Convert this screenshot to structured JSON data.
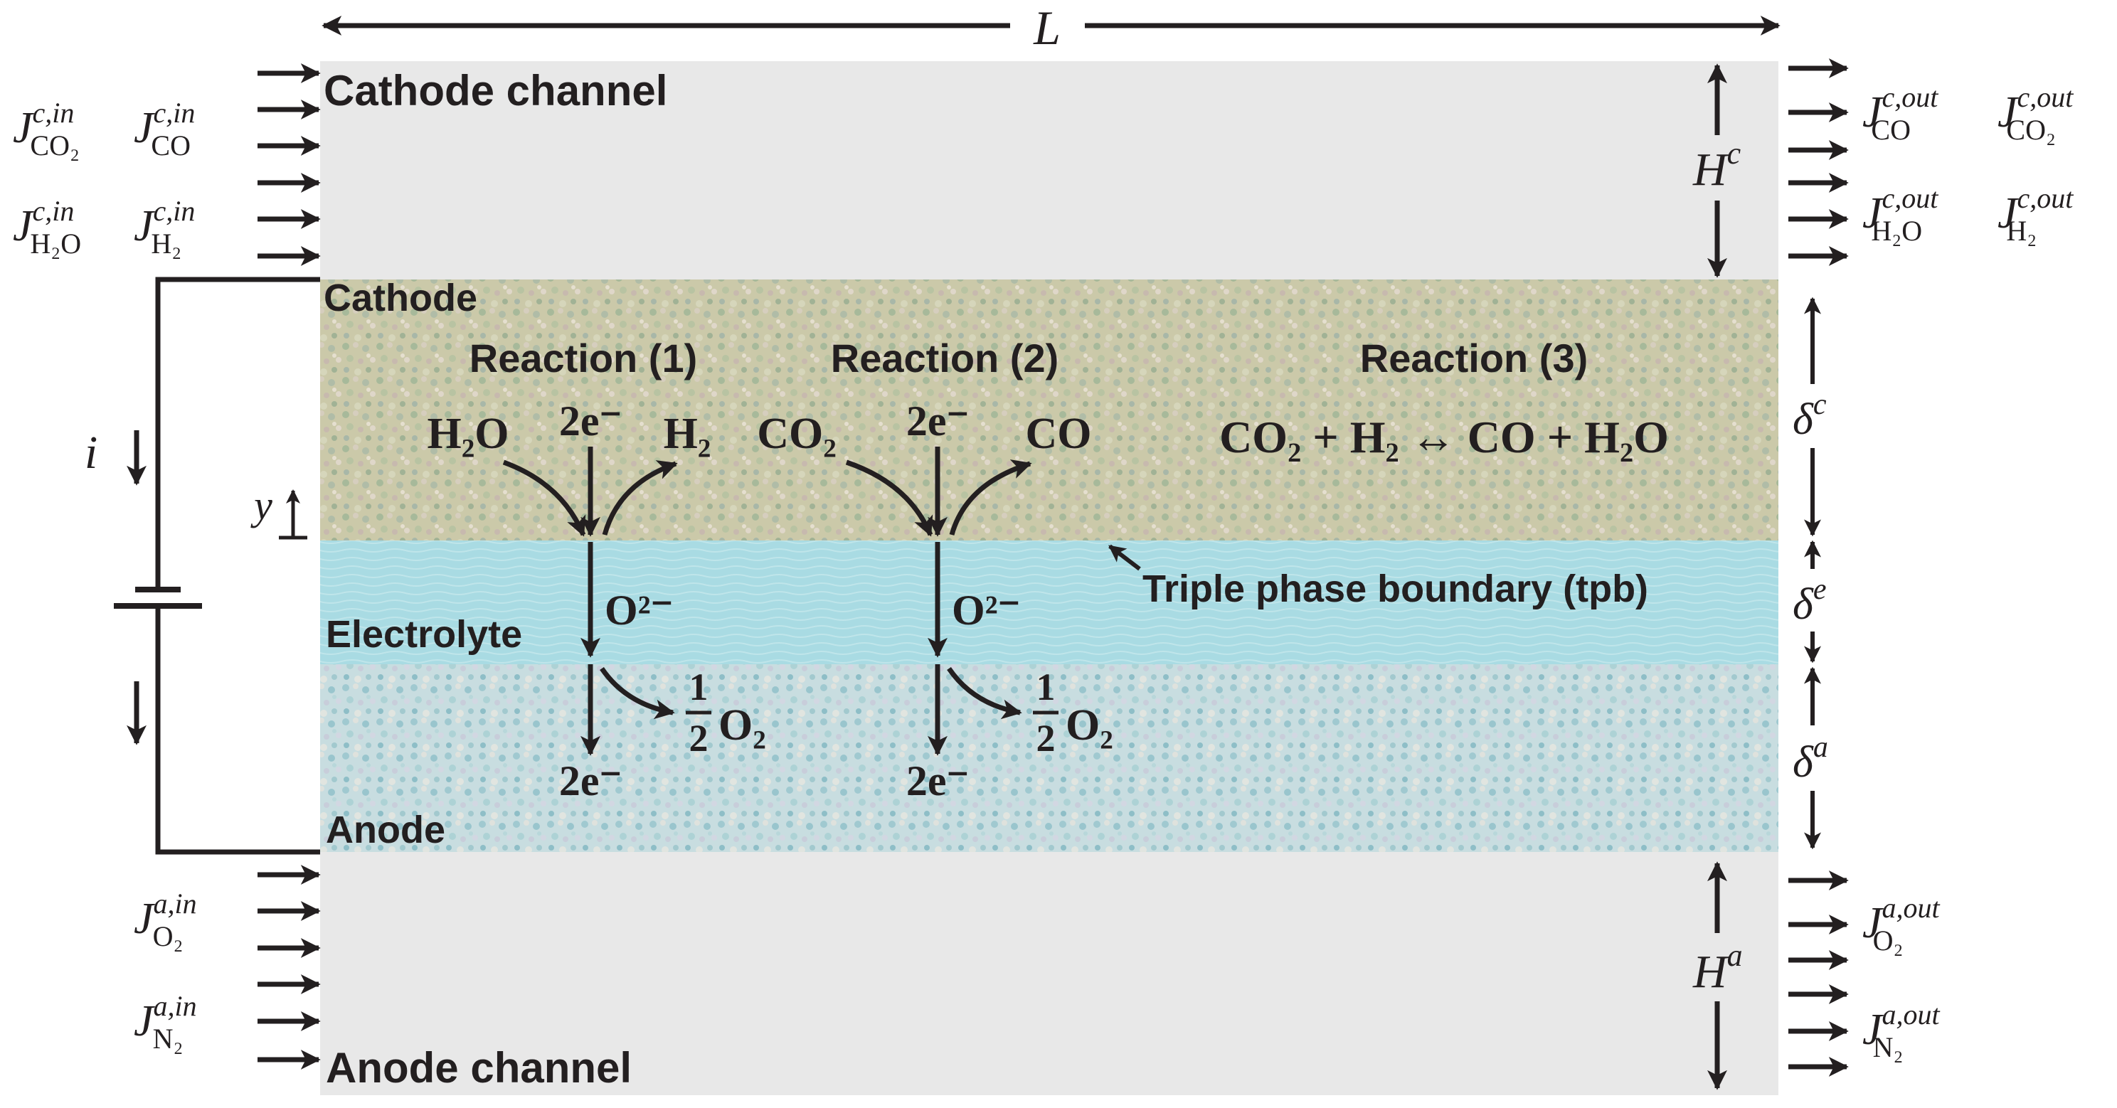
{
  "labels": {
    "length": "L",
    "cathode_channel": "Cathode channel",
    "cathode": "Cathode",
    "electrolyte": "Electrolyte",
    "anode": "Anode",
    "anode_channel": "Anode channel",
    "tpb": "Triple phase boundary (tpb)",
    "current": "i",
    "y_axis": "y"
  },
  "reactions": {
    "r1_title": "Reaction (1)",
    "r2_title": "Reaction (2)",
    "r3_title": "Reaction (3)",
    "r3_equation": "CO₂ + H₂ ↔ CO + H₂O",
    "h2o": "H₂O",
    "h2": "H₂",
    "co2": "CO₂",
    "co": "CO",
    "electrons_2": "2e⁻",
    "oxide_ion": "O²⁻",
    "half": "1",
    "half_den": "2",
    "o2": "O₂"
  },
  "dimensions": {
    "h_c": {
      "base": "H",
      "sup": "c"
    },
    "h_a": {
      "base": "H",
      "sup": "a"
    },
    "delta_c": {
      "base": "δ",
      "sup": "c"
    },
    "delta_e": {
      "base": "δ",
      "sup": "e"
    },
    "delta_a": {
      "base": "δ",
      "sup": "a"
    }
  },
  "fluxes": {
    "in_co2_c": {
      "base": "J",
      "sup": "c,in",
      "sub": "CO₂"
    },
    "in_co_c": {
      "base": "J",
      "sup": "c,in",
      "sub": "CO"
    },
    "in_h2o_c": {
      "base": "J",
      "sup": "c,in",
      "sub": "H₂O"
    },
    "in_h2_c": {
      "base": "J",
      "sup": "c,in",
      "sub": "H₂"
    },
    "out_co_c": {
      "base": "J",
      "sup": "c,out",
      "sub": "CO"
    },
    "out_co2_c": {
      "base": "J",
      "sup": "c,out",
      "sub": "CO₂"
    },
    "out_h2o_c": {
      "base": "J",
      "sup": "c,out",
      "sub": "H₂O"
    },
    "out_h2_c": {
      "base": "J",
      "sup": "c,out",
      "sub": "H₂"
    },
    "in_o2_a": {
      "base": "J",
      "sup": "a,in",
      "sub": "O₂"
    },
    "in_n2_a": {
      "base": "J",
      "sup": "a,in",
      "sub": "N₂"
    },
    "out_o2_a": {
      "base": "J",
      "sup": "a,out",
      "sub": "O₂"
    },
    "out_n2_a": {
      "base": "J",
      "sup": "a,out",
      "sub": "N₂"
    }
  },
  "colors": {
    "channel": "#e8e8e8",
    "cathode": "#c9c9a6",
    "electrolyte": "#a8dbe3",
    "anode": "#c7dce0",
    "ink": "#231f20"
  }
}
